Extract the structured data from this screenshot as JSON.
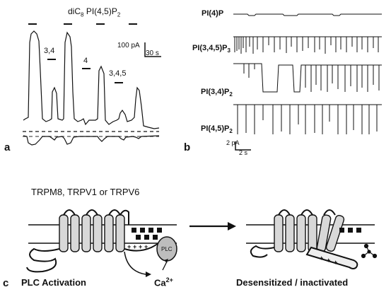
{
  "panel_a": {
    "letter": "a",
    "title_prefix": "diC",
    "title_sub": "8",
    "title_mid": "PI(4,5)P",
    "title_sub2": "2",
    "labels": {
      "l34": "3,4",
      "l4": "4",
      "l345": "3,4,5"
    },
    "scale_y": "100 pA",
    "scale_x": "30 s"
  },
  "panel_b": {
    "letter": "b",
    "traces": [
      {
        "main": "PI(4)P",
        "sub": ""
      },
      {
        "main": "PI(3,4,5)P",
        "sub": "3"
      },
      {
        "main": "PI(3,4)P",
        "sub": "2"
      },
      {
        "main": "PI(4,5)P",
        "sub": "2"
      }
    ],
    "scale_y": "2 pA",
    "scale_x": "2 s"
  },
  "panel_c": {
    "letter": "c",
    "title": "TRPM8, TRPV1 or TRPV6",
    "plc": "PLC",
    "ca": "Ca",
    "ca_charge": "2+",
    "left_caption": "PLC Activation",
    "right_caption": "Desensitized / inactivated"
  }
}
